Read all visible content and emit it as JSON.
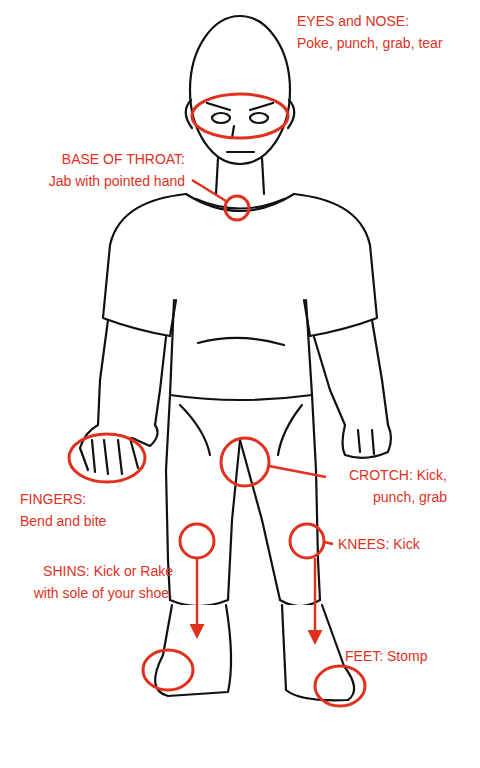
{
  "diagram": {
    "labels": [
      "EYES and NOSE:",
      "Poke, punch, grab, tear",
      "BASE OF THROAT:",
      "Jab with pointed hand",
      "CROTCH: Kick, punch, grab",
      "FINGERS:",
      "Bend and bite",
      "KNEES: Kick",
      "SHINS: Kick or Rake with sole of your shoe.",
      "FEET: Stomp"
    ]
  }
}
